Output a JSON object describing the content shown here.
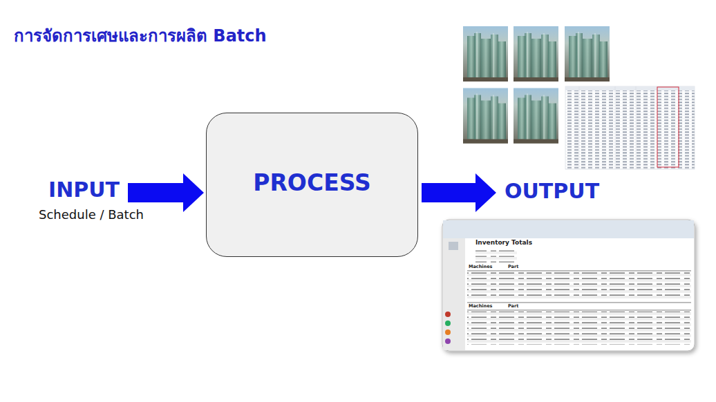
{
  "diagram": {
    "title": "การจัดการเศษและการผลิต Batch",
    "nodes": [
      {
        "text": [
          "INPUT",
          "Schedule / Batch"
        ]
      },
      {
        "text": [
          "PROCESS"
        ]
      },
      {
        "text": [
          "OUTPUT"
        ]
      }
    ],
    "edges": [
      {
        "from": 0,
        "to": 1,
        "arrow": "to"
      },
      {
        "from": 1,
        "to": 2,
        "arrow": "to"
      }
    ],
    "labels": [
      "Inventory Totals",
      "Machines",
      "Part",
      "Machines",
      "Part"
    ]
  }
}
